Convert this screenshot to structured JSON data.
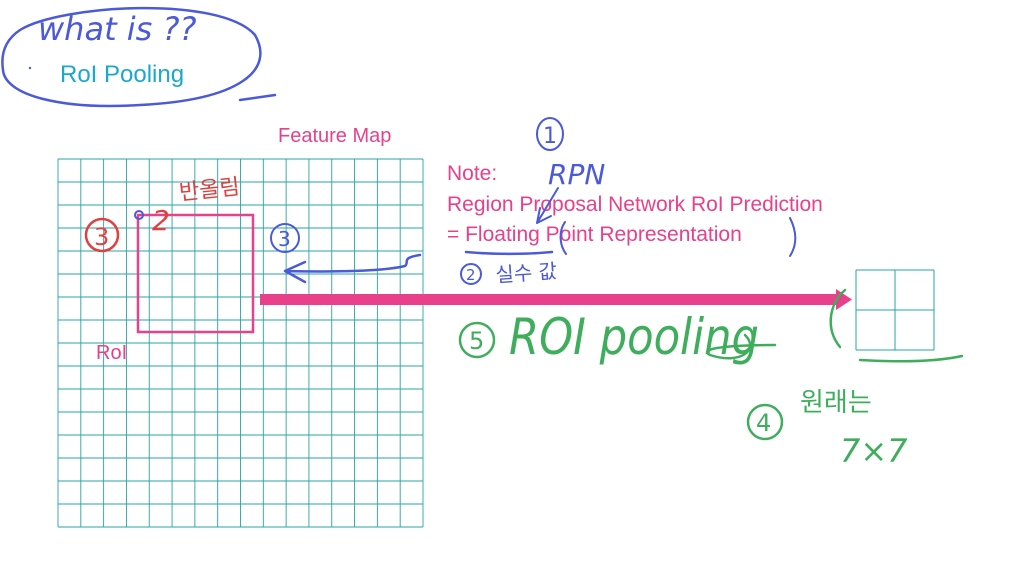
{
  "title_bubble": {
    "handwritten": "what is ??",
    "subtitle": "RoI Pooling"
  },
  "feature_map": {
    "label": "Feature Map",
    "grid_columns": 16,
    "grid_rows": 16,
    "roi_label": "RoI",
    "annotation_numbers": {
      "left": "3",
      "top_left": "2",
      "right": "3"
    },
    "rounding_note": "반올림"
  },
  "note": {
    "heading": "Note:",
    "line1": "Region Proposal Network RoI Prediction",
    "line2": "= Floating Point Representation",
    "rpn_marker": "1",
    "rpn_text": "RPN",
    "real_value_marker": "2",
    "real_value_text": "실수 값"
  },
  "pooling": {
    "marker": "5",
    "label": "ROI pooling",
    "output_grid": {
      "rows": 2,
      "columns": 2
    },
    "original_marker": "4",
    "original_text": "원래는",
    "original_size": "7×7"
  },
  "colors": {
    "pink": "#e8408a",
    "teal_grid": "#29a3a3",
    "blue_ink": "#4a5ad8",
    "red_ink": "#e04040",
    "green_ink": "#3fae5c",
    "cyan_text": "#1ba8d0"
  }
}
